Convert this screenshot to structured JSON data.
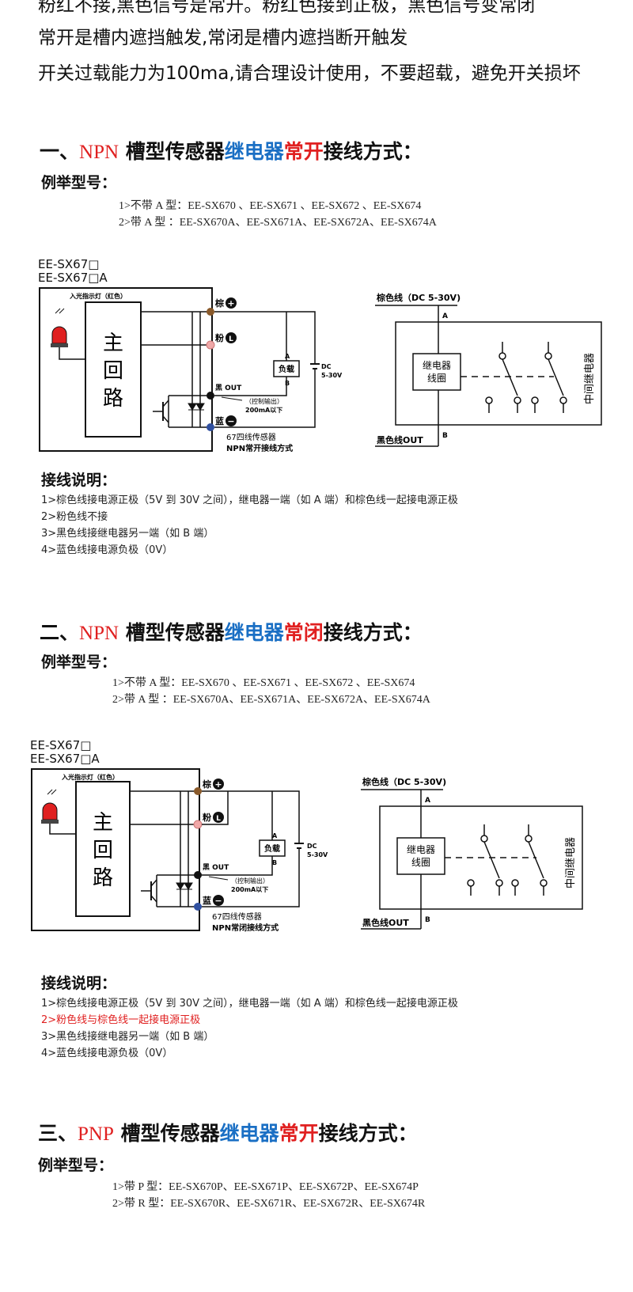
{
  "intro": {
    "line0": "粉红不接,黑色信号是常开。粉红色接到正极，黑色信号变常闭",
    "line1": "常开是槽内遮挡触发,常闭是槽内遮挡断开触发",
    "line2": "开关过载能力为100ma,请合理设计使用，不要超载，避免开关损坏"
  },
  "sections": [
    {
      "title": {
        "prefix": "一、",
        "type": "NPN",
        "mid": " 槽型传感器",
        "relay": "继电器",
        "mode": "常开",
        "suffix": "接线方式："
      },
      "examples_label": "例举型号：",
      "models": [
        "1>不带 A 型：EE-SX670 、EE-SX671 、EE-SX672 、EE-SX674",
        "2>带 A 型 ：EE-SX670A、EE-SX671A、EE-SX672A、EE-SX674A"
      ],
      "diagram_models": [
        "EE-SX67□",
        "EE-SX67□A"
      ],
      "diagram_caption": [
        "67四线传感器",
        "NPN常开接线方式"
      ],
      "notes_label": "接线说明：",
      "notes": [
        "1>棕色线接电源正极（5V 到 30V 之间），继电器一端（如 A 端）和棕色线一起接电源正极",
        "2>粉色线不接",
        "3>黑色线接继电器另一端（如 B 端）",
        "4>蓝色线接电源负极（0V）"
      ]
    },
    {
      "title": {
        "prefix": "二、",
        "type": "NPN",
        "mid": " 槽型传感器",
        "relay": "继电器",
        "mode": "常闭",
        "suffix": "接线方式："
      },
      "examples_label": "例举型号：",
      "models": [
        "1>不带 A 型：EE-SX670 、EE-SX671 、EE-SX672 、EE-SX674",
        "2>带 A 型 ：EE-SX670A、EE-SX671A、EE-SX672A、EE-SX674A"
      ],
      "diagram_models": [
        "EE-SX67□",
        "EE-SX67□A"
      ],
      "diagram_caption": [
        "67四线传感器",
        "NPN常闭接线方式"
      ],
      "notes_label": "接线说明：",
      "notes": [
        "1>棕色线接电源正极（5V 到 30V 之间），继电器一端（如 A 端）和棕色线一起接电源正极",
        "2>粉色线与棕色线一起接电源正极",
        "3>黑色线接继电器另一端（如 B 端）",
        "4>蓝色线接电源负极（0V）"
      ]
    },
    {
      "title": {
        "prefix": "三、",
        "type": "PNP",
        "mid": " 槽型传感器",
        "relay": "继电器",
        "mode": "常开",
        "suffix": "接线方式："
      },
      "examples_label": "例举型号：",
      "models": [
        "1>带 P 型：EE-SX670P、EE-SX671P、EE-SX672P、EE-SX674P",
        "2>带 R 型：EE-SX670R、EE-SX671R、EE-SX672R、EE-SX674R"
      ]
    }
  ],
  "diagram": {
    "indicator": "入光指示灯（红色）",
    "main_circuit": [
      "主",
      "回",
      "路"
    ],
    "brown": "棕",
    "pink": "粉",
    "black_out": "黑 OUT",
    "blue": "蓝",
    "load": "负载",
    "term_a": "A",
    "term_b": "B",
    "dc": "DC",
    "dc_range": "5-30V",
    "control_out": "（控制输出）",
    "max_current": "200mA以下",
    "plus_sym": "+",
    "l_sym": "L",
    "minus_sym": "−"
  },
  "relay_diagram": {
    "brown_wire": "棕色线（DC 5-30V)",
    "coil": [
      "继电器",
      "线圈"
    ],
    "black_wire": "黑色线OUT",
    "label": "中间继电器",
    "term_a": "A",
    "term_b": "B"
  },
  "colors": {
    "red": "#e02020",
    "blue": "#1a6fc4",
    "brown_node": "#8a5a2b",
    "pink_node": "#f0a8a8",
    "blue_node": "#3050a0"
  }
}
